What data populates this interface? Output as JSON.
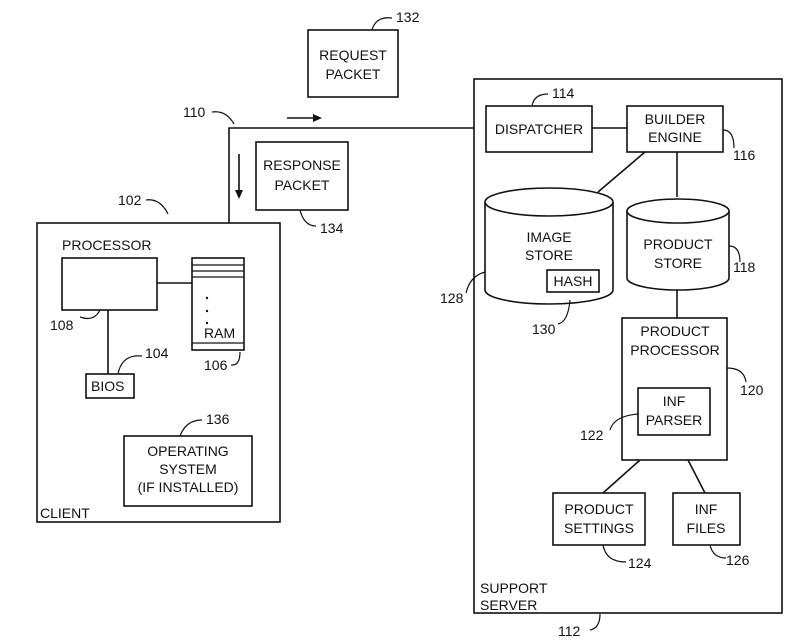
{
  "client": {
    "label": "CLIENT",
    "ref": "102",
    "processor": {
      "label": "PROCESSOR",
      "ref": "108"
    },
    "ram": {
      "label": "RAM",
      "ref": "106"
    },
    "bios": {
      "label": "BIOS",
      "ref": "104"
    },
    "os": {
      "line1": "OPERATING",
      "line2": "SYSTEM",
      "line3": "(IF INSTALLED)",
      "ref": "136"
    }
  },
  "network": {
    "ref": "110"
  },
  "request_packet": {
    "line1": "REQUEST",
    "line2": "PACKET",
    "ref": "132"
  },
  "response_packet": {
    "line1": "RESPONSE",
    "line2": "PACKET",
    "ref": "134"
  },
  "server": {
    "line1": "SUPPORT",
    "line2": "SERVER",
    "ref": "112",
    "dispatcher": {
      "label": "DISPATCHER",
      "ref": "114"
    },
    "builder": {
      "line1": "BUILDER",
      "line2": "ENGINE",
      "ref": "116"
    },
    "image_store": {
      "line1": "IMAGE",
      "line2": "STORE",
      "ref": "128",
      "hash": "HASH",
      "hash_ref": "130"
    },
    "product_store": {
      "line1": "PRODUCT",
      "line2": "STORE",
      "ref": "118"
    },
    "product_processor": {
      "line1": "PRODUCT",
      "line2": "PROCESSOR",
      "ref": "120"
    },
    "inf_parser": {
      "line1": "INF",
      "line2": "PARSER",
      "ref": "122"
    },
    "product_settings": {
      "line1": "PRODUCT",
      "line2": "SETTINGS",
      "ref": "124"
    },
    "inf_files": {
      "line1": "INF",
      "line2": "FILES",
      "ref": "126"
    }
  }
}
